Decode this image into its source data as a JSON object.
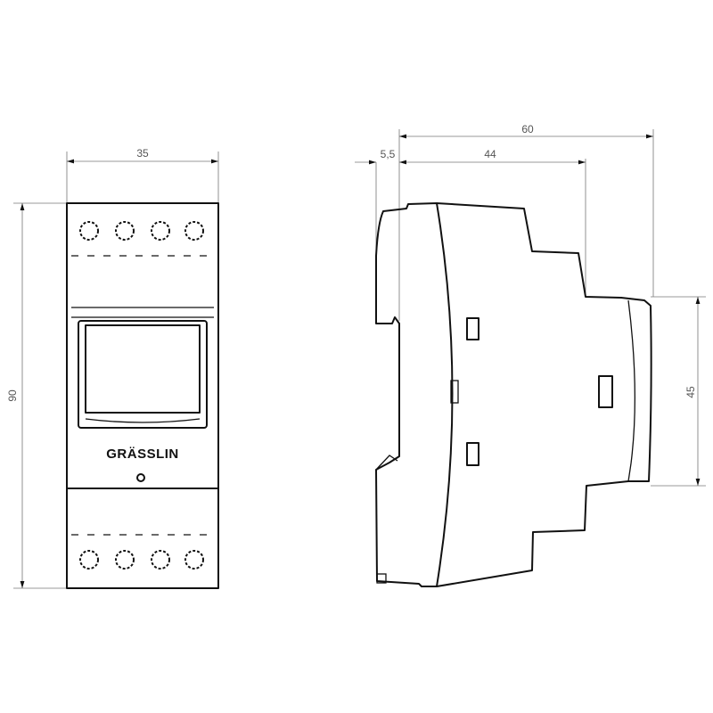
{
  "front_view": {
    "width_label": "35",
    "height_label": "90",
    "brand_logo": "GRÄSSLIN",
    "terminal_count_top": 4,
    "terminal_count_bottom": 4
  },
  "side_view": {
    "depth_total_label": "60",
    "depth_body_label": "44",
    "rail_offset_label": "5,5",
    "front_height_label": "45"
  },
  "colors": {
    "line": "#111111",
    "dimension": "#777777"
  }
}
